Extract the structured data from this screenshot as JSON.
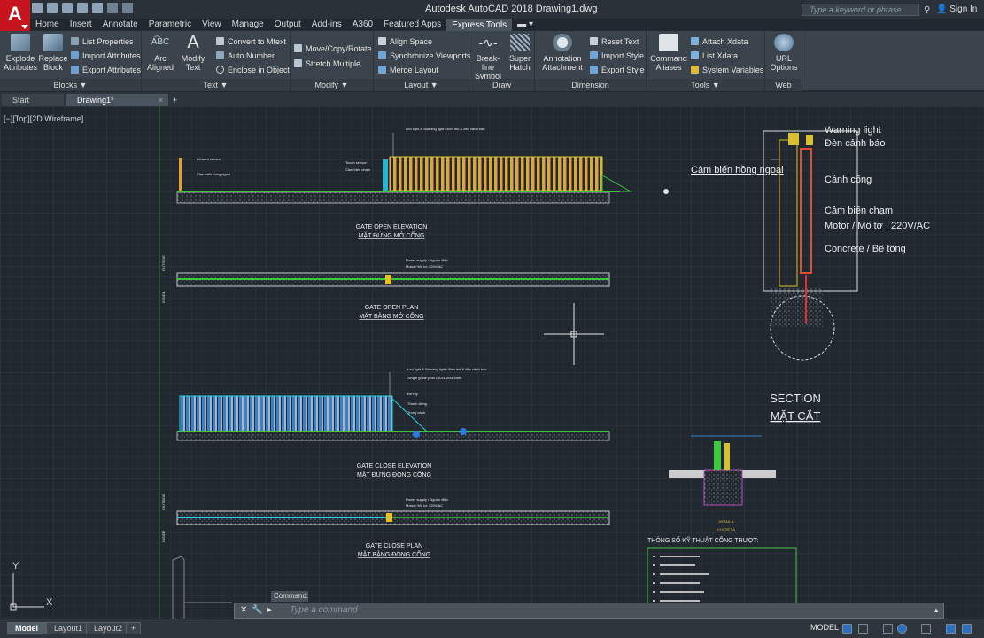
{
  "app": {
    "logo_letter": "A",
    "title": "Autodesk AutoCAD 2018    Drawing1.dwg",
    "search_placeholder": "Type a keyword or phrase",
    "sign_in": "Sign In"
  },
  "ribbon_tabs": [
    "Home",
    "Insert",
    "Annotate",
    "Parametric",
    "View",
    "Manage",
    "Output",
    "Add-ins",
    "A360",
    "Featured Apps",
    "Express Tools"
  ],
  "active_tab": "Express Tools",
  "panels": {
    "blocks": {
      "label": "Blocks ▼",
      "explode": "Explode\nAttributes",
      "replace": "Replace\nBlock",
      "list_properties": "List Properties",
      "import_attributes": "Import Attributes",
      "export_attributes": "Export Attributes"
    },
    "text": {
      "label": "Text ▼",
      "arc_aligned": "Arc\nAligned",
      "modify_text": "Modify\nText",
      "convert": "Convert to Mtext",
      "auto_number": "Auto Number",
      "enclose": "Enclose in Object"
    },
    "modify": {
      "label": "Modify ▼",
      "move_copy_rotate": "Move/Copy/Rotate",
      "stretch_multiple": "Stretch Multiple"
    },
    "layout": {
      "label": "Layout ▼",
      "align_space": "Align Space",
      "sync_viewports": "Synchronize Viewports",
      "merge_layout": "Merge Layout"
    },
    "draw": {
      "label": "Draw",
      "break_line": "Break-line\nSymbol",
      "super_hatch": "Super\nHatch"
    },
    "dimension": {
      "label": "Dimension",
      "annotation_attachment": "Annotation\nAttachment",
      "reset_text": "Reset Text",
      "import_style": "Import Style",
      "export_style": "Export Style"
    },
    "tools": {
      "label": "Tools ▼",
      "command_aliases": "Command\nAliases",
      "attach_xdata": "Attach Xdata",
      "list_xdata": "List Xdata",
      "system_variables": "System Variables"
    },
    "web": {
      "label": "Web",
      "url_options": "URL\nOptions"
    }
  },
  "doc_tabs": [
    "Start",
    "Drawing1*"
  ],
  "viewport_label": "[−][Top][2D Wireframe]",
  "drawing": {
    "gate_open_elevation": "GATE OPEN ELEVATION",
    "mat_dung_mo": "MẶT ĐỨNG MỞ CỔNG",
    "gate_open_plan": "GATE OPEN PLAN",
    "mat_bang_mo": "MẶT BẰNG MỞ CỔNG",
    "gate_close_elevation": "GATE CLOSE ELEVATION",
    "mat_dung_dong": "MẶT ĐỨNG ĐÓNG CỔNG",
    "gate_close_plan": "GATE CLOSE PLAN",
    "mat_bang_dong": "MẶT BẰNG ĐÓNG CỔNG",
    "warning_light": "Warning light",
    "den_canh_bao": "Đèn cảnh báo",
    "cam_bien_hong_ngoai": "Cảm biến hồng ngoại",
    "canh_cong": "Cánh cổng",
    "cam_bien_cham": "Cảm biến chạm",
    "motor": "Motor / Mô tơ : 220V/AC",
    "concrete": "Concrete / Bê tông",
    "section": "SECTION",
    "mat_cat": "MẶT CẮT",
    "detail_a": "DETAIL A",
    "chi_tiet_a": "CHI TIẾT A",
    "spec_title": "THÔNG SỐ KỸ THUẬT CỔNG TRƯỢT:",
    "led_light": "Led light & Warning light / Đèn led & đèn cảnh báo",
    "power_supply": "Power supply / Nguồn điện",
    "motor_small": "Motor / Mô tơ: 220V/AC",
    "outside": "OUTSIDE",
    "inside": "INSIDE",
    "infrared_sensor": "Infrared sensor",
    "infrared_vn": "Cảm biến hồng ngoại",
    "touch_sensor": "Touch sensor",
    "touch_vn": "Cảm biến chạm",
    "single_guide_post": "Single guide post 140x140x4.5mm",
    "de_ray": "Đế ray",
    "thanh_dung": "Thanh đứng",
    "trong_canh": "Trong cánh"
  },
  "command": {
    "header": "Command:",
    "placeholder": "Type a command"
  },
  "layout_tabs": [
    "Model",
    "Layout1",
    "Layout2"
  ],
  "status": {
    "model": "MODEL"
  },
  "colors": {
    "ribbon_bg": "#3b444c",
    "canvas_bg": "#212830",
    "accent_blue": "#1e6fb5",
    "yellow": "#e8d21e",
    "green": "#2fbf3a",
    "cyan": "#28d4e0"
  }
}
